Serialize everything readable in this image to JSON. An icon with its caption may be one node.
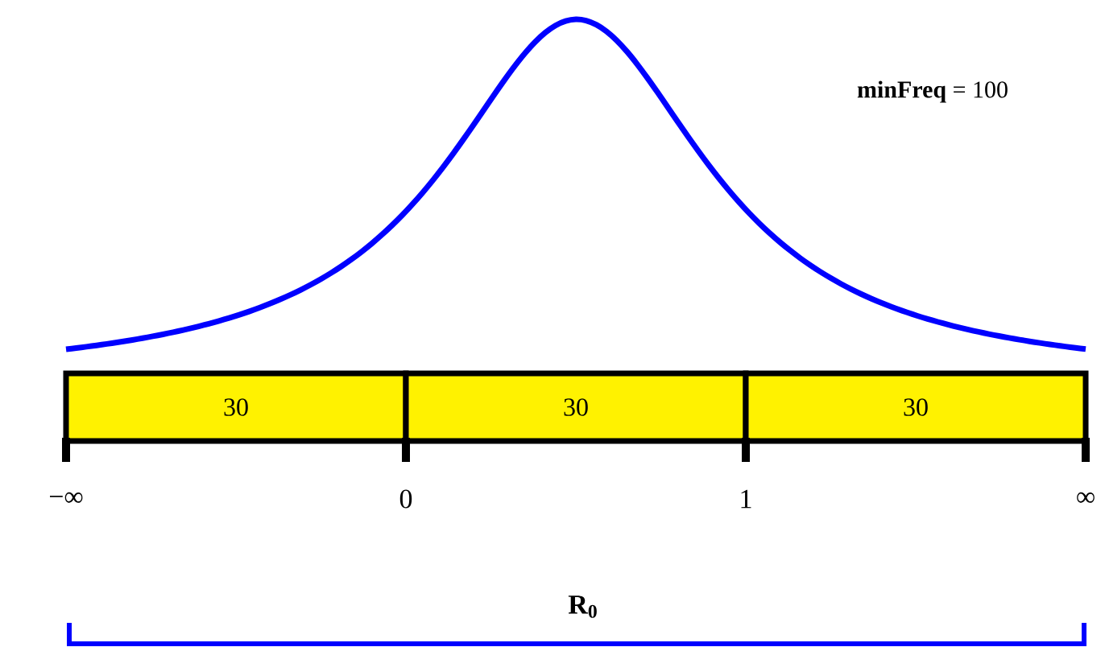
{
  "diagram": {
    "nodes": [
      {
        "text": [
          "30"
        ]
      },
      {
        "text": [
          "30"
        ]
      },
      {
        "text": [
          "30"
        ]
      }
    ],
    "labels": [
      "**minFreq** = 100",
      "−∞",
      "0",
      "1",
      "∞",
      "R$_{0}$"
    ]
  }
}
